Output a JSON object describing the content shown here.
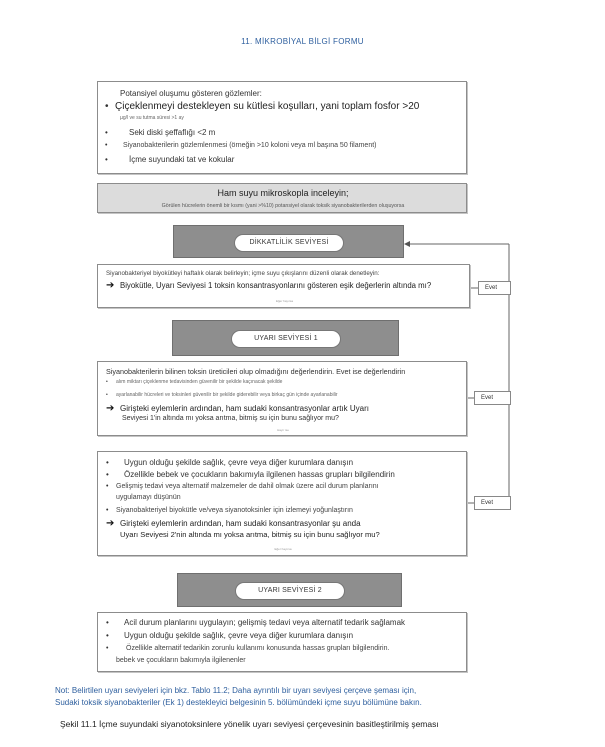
{
  "header": {
    "title": "11. MİKROBİYAL BİLGİ FORMU"
  },
  "box1": {
    "heading": "Potansiyel oluşumu gösteren gözlemler:",
    "item1": "Çiçeklenmeyi destekleyen su kütlesi koşulları, yani toplam fosfor >20",
    "item1_sub": "µg/l ve su tutma süresi >1 ay",
    "item2": "Seki diski şeffaflığı <2 m",
    "item3": "Siyanobakterilerin gözlemlenmesi (örneğin >10 koloni veya ml başına 50 filament)",
    "item4": "İçme suyundaki tat ve kokular"
  },
  "box2": {
    "title": "Ham suyu mikroskopla inceleyin;",
    "subtitle": "Görülen hücrelerin önemli bir kısmı (yani >%10) potansiyel olarak toksik siyanobakterilerden oluşuyorsa"
  },
  "level1": {
    "label": "DİKKATLİLİK SEVİYESİ"
  },
  "box3": {
    "line1": "Siyanobakteriyel biyokütleyi haftalık olarak belirleyin; içme suyu çıkışlarını düzenli olarak denetleyin:",
    "line2": "Biyokütle, Uyarı Seviyesi 1 toksin konsantrasyonlarını gösteren eşik değerlerin altında mı?",
    "small": "Eğer hayırsa",
    "evet": "Evet"
  },
  "level2": {
    "label": "UYARI SEVİYESİ 1"
  },
  "box4": {
    "line1": "Siyanobakterilerin bilinen toksin üreticileri olup olmadığını değerlendirin. Evet ise değerlendirin",
    "item1": "alım miktarı çiçeklenme tedavisinden güvenilir bir şekilde kaçınacak şekilde",
    "item2": "ayarlanabilir hücreleri ve toksinleri güvenilir bir şekilde giderebilir veya birkaç gün içinde ayarlanabilir",
    "line2": "Girişteki eylemlerin ardından, ham sudaki konsantrasyonlar artık Uyarı",
    "line3": "Seviyesi 1'in altında mı yoksa arıtma, bitmiş su için bunu sağlıyor mu?",
    "small": "Hayır ise",
    "evet": "Evet"
  },
  "box5": {
    "item1": "Uygun olduğu şekilde sağlık, çevre veya diğer kurumlara danışın",
    "item2": "Özellikle bebek ve çocukların bakımıyla ilgilenen hassas grupları bilgilendirin",
    "item3a": "Gelişmiş tedavi veya alternatif malzemeler de dahil olmak üzere acil durum planlarını",
    "item3b": "uygulamayı düşünün",
    "item4": "Siyanobakteriyel biyokütle ve/veya siyanotoksinler için izlemeyi yoğunlaştırın",
    "line_q1": "Girişteki eylemlerin ardından, ham sudaki konsantrasyonlar şu anda",
    "line_q2": "Uyarı Seviyesi 2'nin altında mı yoksa arıtma, bitmiş su için bunu sağlıyor mu?",
    "small": "Eğer hayırsa",
    "evet": "Evet"
  },
  "level3": {
    "label": "UYARI SEVİYESİ 2"
  },
  "box6": {
    "item1": "Acil durum planlarını uygulayın; gelişmiş tedavi veya alternatif tedarik sağlamak",
    "item2": "Uygun olduğu şekilde sağlık, çevre veya diğer kurumlara danışın",
    "item3a": "Özellikle alternatif tedarikin zorunlu kullanımı konusunda hassas grupları bilgilendirin.",
    "item3b": "bebek ve çocukların bakımıyla ilgilenenler"
  },
  "note": {
    "line1": "Not: Belirtilen uyarı seviyeleri için bkz. Tablo 11.2; Daha ayrıntılı bir uyarı seviyesi çerçeve şeması için,",
    "line2": "Sudaki toksik siyanobakteriler (Ek 1) destekleyici belgesinin 5. bölümündeki içme suyu bölümüne bakın."
  },
  "caption": "Şekil 11.1 İçme suyundaki siyanotoksinlere yönelik uyarı seviyesi çerçevesinin basitleştirilmiş şeması",
  "colors": {
    "accent": "#2e5f9e",
    "level_fill": "#8e8e8e",
    "grey_box": "#dcdcdc"
  }
}
